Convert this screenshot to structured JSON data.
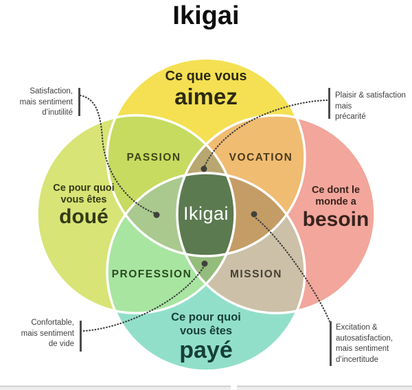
{
  "title": "Ikigai",
  "circles": {
    "top": {
      "line1": "Ce que vous",
      "emphasis": "aimez",
      "color": "#F4E052"
    },
    "left": {
      "line1": "Ce pour quoi",
      "line2": "vous êtes",
      "emphasis": "doué",
      "color": "#D8E475"
    },
    "right": {
      "line1": "Ce dont le",
      "line2": "monde a",
      "emphasis": "besoin",
      "color": "#F2A69C"
    },
    "bottom": {
      "line1": "Ce pour quoi",
      "line2": "vous êtes",
      "emphasis": "payé",
      "color": "#92DFC9"
    }
  },
  "regions": {
    "passion": {
      "label": "PASSION",
      "color": "#C6DB60"
    },
    "vocation": {
      "label": "VOCATION",
      "color": "#F0BC72"
    },
    "profession": {
      "label": "PROFESSION",
      "color": "#A8E5A1"
    },
    "mission": {
      "label": "MISSION",
      "color": "#CCC0A8"
    },
    "love_good_need": {
      "color": "#B9A771"
    },
    "love_good_paid": {
      "color": "#A9C98E"
    },
    "love_need_paid": {
      "color": "#C49C66"
    },
    "good_need_paid": {
      "color": "#94BC7C"
    },
    "center": {
      "label": "Ikigai",
      "color": "#5C7A50"
    }
  },
  "annotations": {
    "top_left": {
      "lines": [
        "Satisfaction,",
        "mais sentiment",
        "d’inutilité"
      ]
    },
    "top_right": {
      "lines": [
        "Plaisir & satisfaction",
        "mais",
        "précarité"
      ]
    },
    "bottom_left": {
      "lines": [
        "Confortable,",
        "mais sentiment",
        "de vide"
      ]
    },
    "bottom_right": {
      "lines": [
        "Excitation &",
        "autosatisfaction,",
        "mais sentiment",
        "d’incertitude"
      ]
    }
  }
}
